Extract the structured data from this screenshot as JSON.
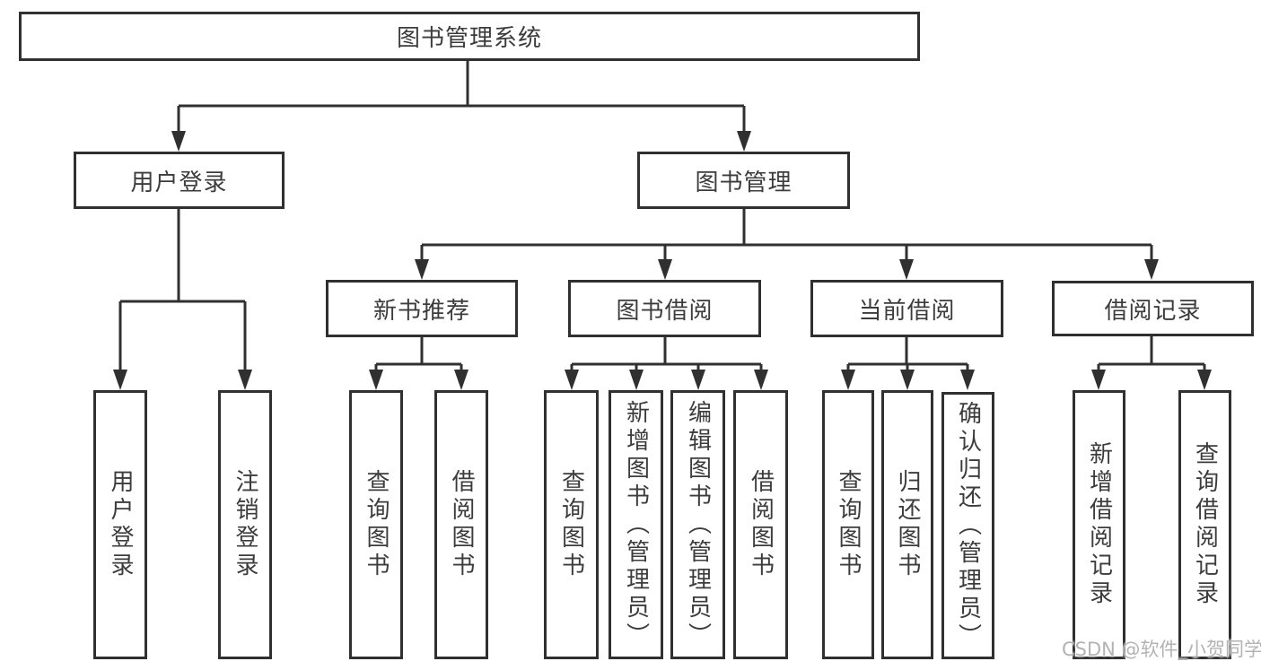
{
  "tree": {
    "root": {
      "label": "图书管理系统"
    },
    "branches": [
      {
        "label": "用户登录",
        "children": [
          "用户登录",
          "注销登录"
        ]
      },
      {
        "label": "图书管理",
        "sections": [
          {
            "label": "新书推荐",
            "children": [
              "查询图书",
              "借阅图书"
            ]
          },
          {
            "label": "图书借阅",
            "children": [
              "查询图书",
              "新增图书（管理员）",
              "编辑图书（管理员）",
              "借阅图书"
            ]
          },
          {
            "label": "当前借阅",
            "children": [
              "查询图书",
              "归还图书",
              "确认归还（管理员）"
            ]
          },
          {
            "label": "借阅记录",
            "children": [
              "新增借阅记录",
              "查询借阅记录"
            ]
          }
        ]
      }
    ]
  },
  "watermark": "CSDN @软件_小贺同学",
  "colors": {
    "line": "#303030",
    "text": "#3c3c3c",
    "watermark": "#b3b3b3",
    "background": "#ffffff"
  }
}
